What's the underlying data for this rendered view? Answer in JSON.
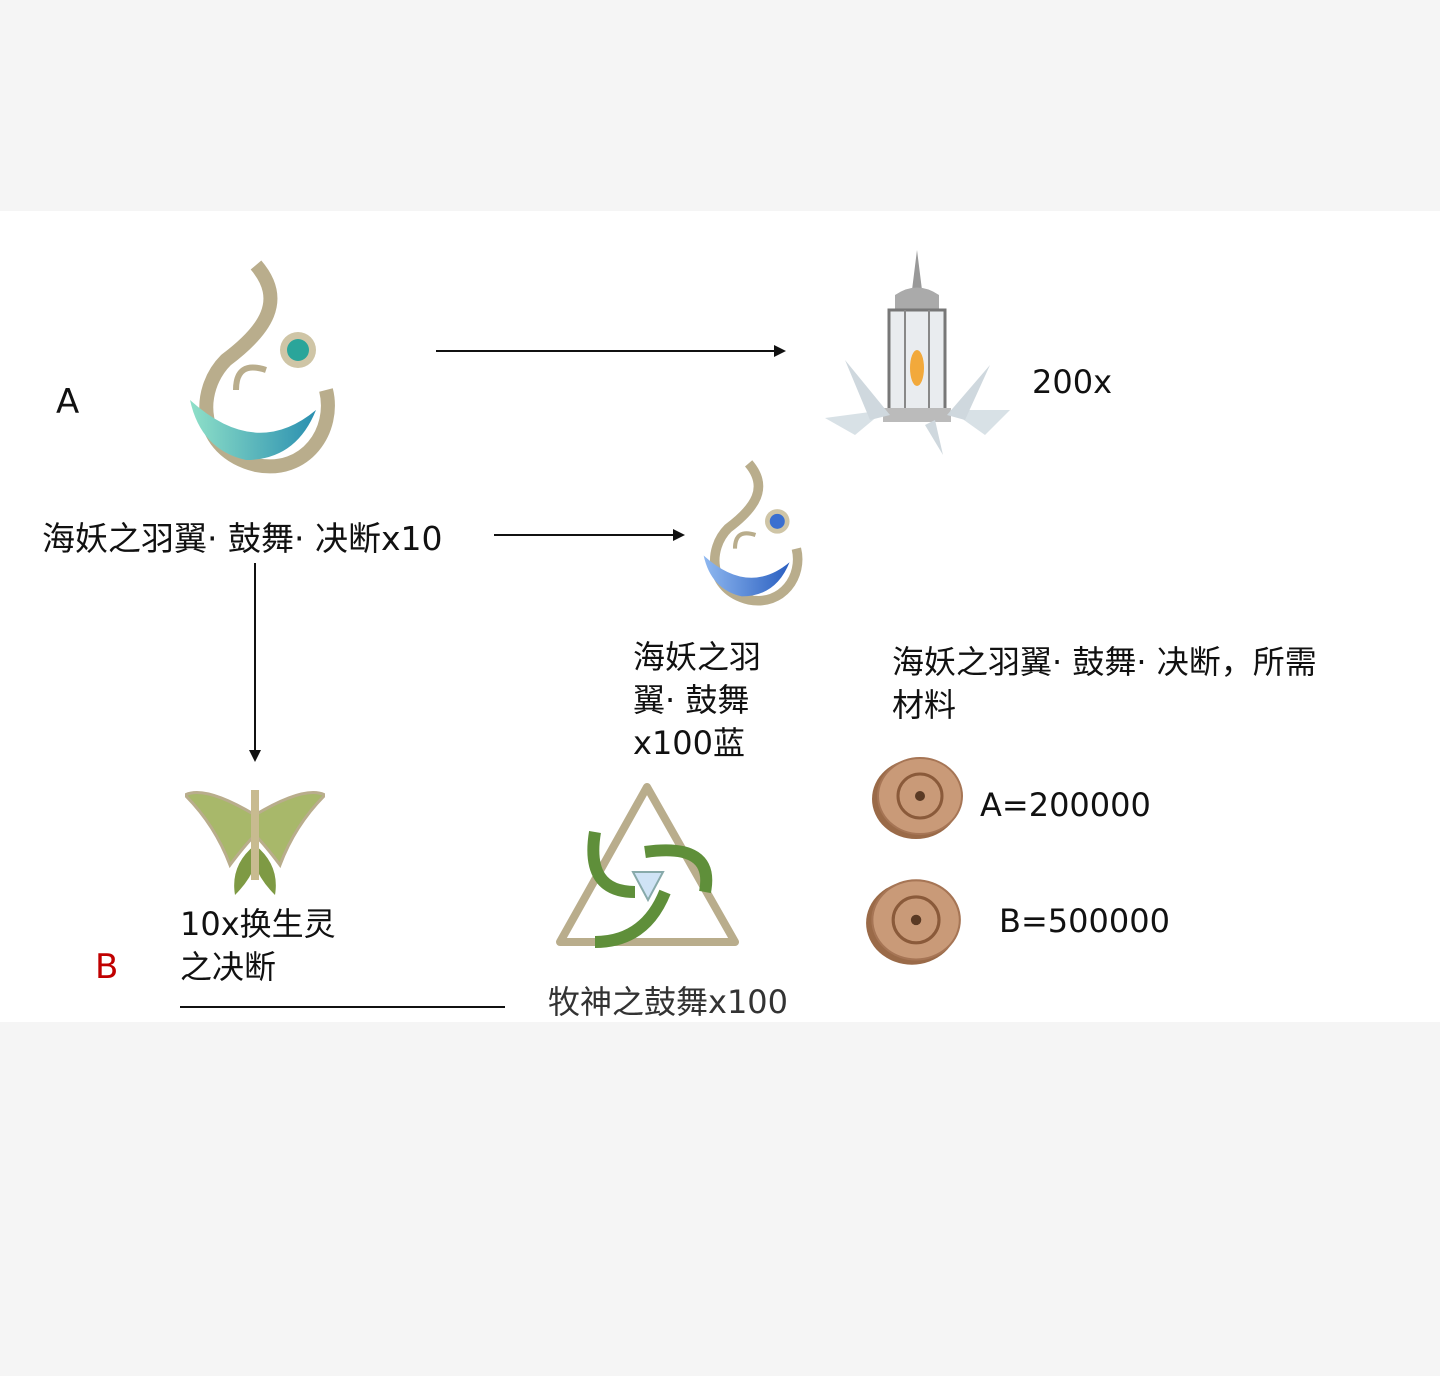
{
  "labels": {
    "a_marker": "A",
    "b_marker": "B",
    "lantern_qty": "200x",
    "source_item": "海妖之羽翼· 鼓舞· 决断x10",
    "blue_item_lines": [
      "海妖之羽",
      "翼· 鼓舞",
      "x100蓝"
    ],
    "materials_lines": [
      "海妖之羽翼· 鼓舞· 决断，所需",
      "材料"
    ],
    "changeling_lines": [
      "10x换生灵",
      "之决断"
    ],
    "pan_item": "牧神之鼓舞x100",
    "cost_a": "A=200000",
    "cost_b": "B=500000"
  },
  "colors": {
    "b_marker": "#c00000",
    "panel": "#ffffff",
    "background": "#f5f5f5"
  }
}
